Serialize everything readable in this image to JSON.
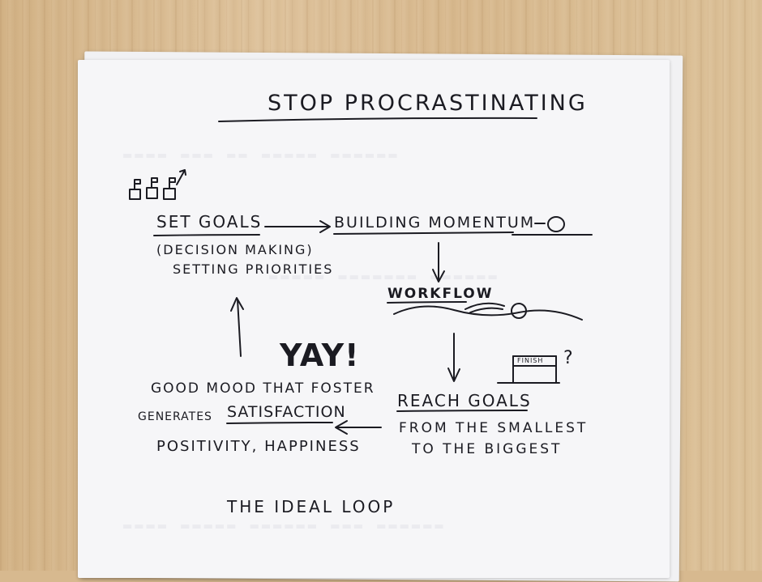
{
  "note": {
    "title": "STOP PROCRASTINATING",
    "set_goals": "SET GOALS",
    "decision_making": "(DECISION MAKING)",
    "setting_priorities": "SETTING PRIORITIES",
    "building_momentum": "BUILDING MOMENTUM",
    "workflow": "WORKFLOW",
    "finish_flag": "FINISH",
    "question_mark": "?",
    "reach_goals": "REACH GOALS",
    "from_smallest": "FROM THE SMALLEST",
    "to_biggest": "TO THE BIGGEST",
    "yay": "YAY!",
    "good_mood": "GOOD MOOD THAT FOSTER",
    "generates": "GENERATES",
    "satisfaction": "SATISFACTION",
    "positivity": "POSITIVITY, HAPPINESS",
    "ideal_loop": "THE IDEAL LOOP"
  },
  "colors": {
    "ink": "#1b1b22",
    "paper": "#f6f6f8",
    "wood": "#d8b98e"
  }
}
